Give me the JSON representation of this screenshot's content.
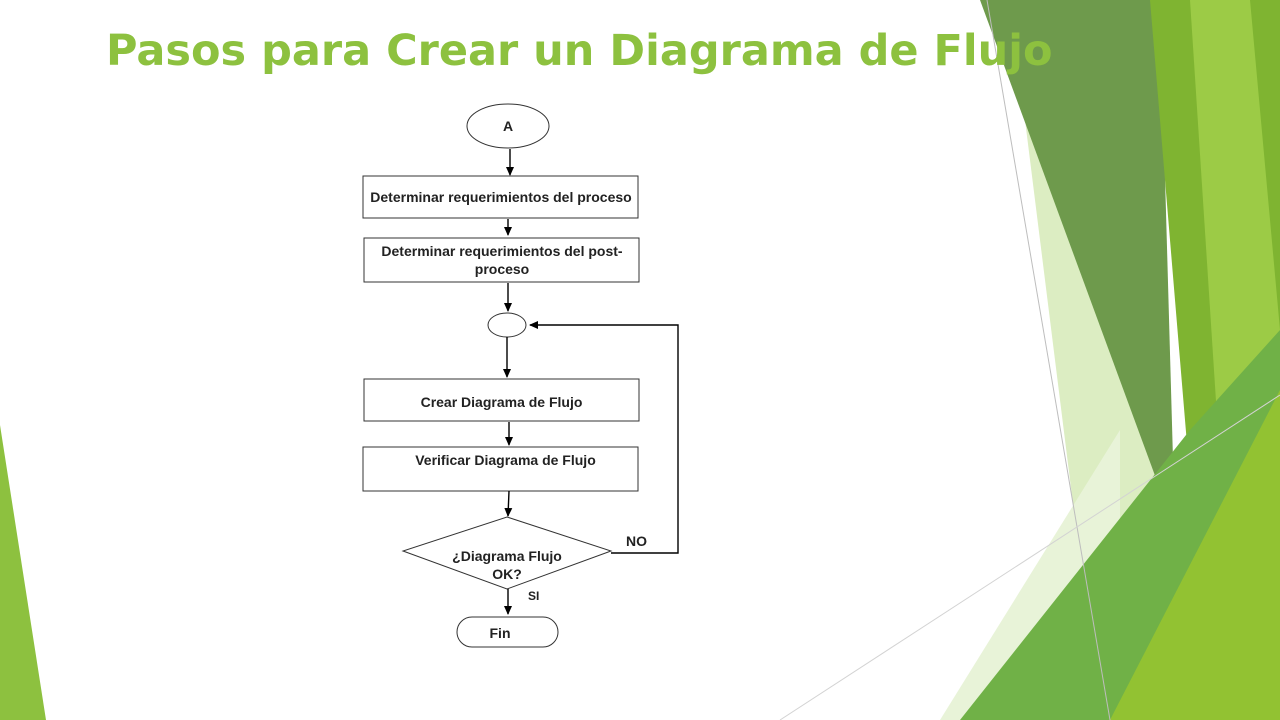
{
  "slide": {
    "title": "Pasos para Crear un Diagrama de Flujo",
    "accent_color": "#8dc13f"
  },
  "flowchart": {
    "start_connector": "A",
    "steps": [
      "Determinar requerimientos del proceso",
      "Determinar requerimientos del post-proceso",
      "Crear Diagrama de Flujo",
      "Verificar Diagrama de Flujo"
    ],
    "decision": "¿Diagrama Flujo OK?",
    "no_label": "NO",
    "yes_label": "SI",
    "end": "Fin"
  }
}
